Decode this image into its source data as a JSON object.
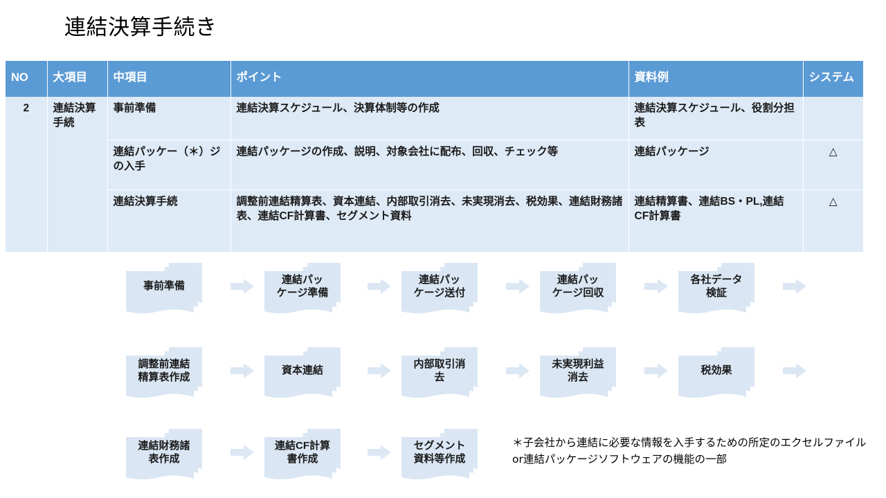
{
  "title": "連結決算手続き",
  "table": {
    "headers": [
      "NO",
      "大項目",
      "中項目",
      "ポイント",
      "資料例",
      "システム"
    ],
    "rows": [
      {
        "no": "2",
        "big": "連結決算手続",
        "mid": "事前準備",
        "point": "連結決算スケジュール、決算体制等の作成",
        "doc": "連結決算スケジュール、役割分担表",
        "sys": ""
      },
      {
        "no": "",
        "big": "",
        "mid": "連結パッケー（＊）ジの入手",
        "point": "連結パッケージの作成、説明、対象会社に配布、回収、チェック等",
        "doc": "連結パッケージ",
        "sys": "△"
      },
      {
        "no": "",
        "big": "",
        "mid": "連結決算手続",
        "point": "調整前連結精算表、資本連結、内部取引消去、未実現消去、税効果、連結財務諸表、連結CF計算書、セグメント資料",
        "doc": "連結精算書、連結BS・PL,連結CF計算書",
        "sys": "△"
      }
    ]
  },
  "flow": {
    "rows": [
      {
        "steps": [
          "事前準備",
          "連結パッ\nケージ準備",
          "連結パッ\nケージ送付",
          "連結パッ\nケージ回収",
          "各社データ\n検証"
        ],
        "trailing_arrow": true
      },
      {
        "steps": [
          "調整前連結\n精算表作成",
          "資本連結",
          "内部取引消\n去",
          "未実現利益\n消去",
          "税効果"
        ],
        "trailing_arrow": true
      },
      {
        "steps": [
          "連結財務諸\n表作成",
          "連結CF計算\n書作成",
          "セグメント\n資料等作成"
        ],
        "trailing_arrow": false
      }
    ]
  },
  "footnote": "＊子会社から連結に必要な情報を入手するための所定のエクセルファイルor連結パッケージソフトウェアの機能の一部",
  "colors": {
    "header_blue": "#5B9BD5",
    "row_light_blue": "#DEEAF6",
    "shape_fill": "#DAE6F3",
    "arrow_fill": "#DCE7F4",
    "text_dark": "#1a1a1a"
  }
}
